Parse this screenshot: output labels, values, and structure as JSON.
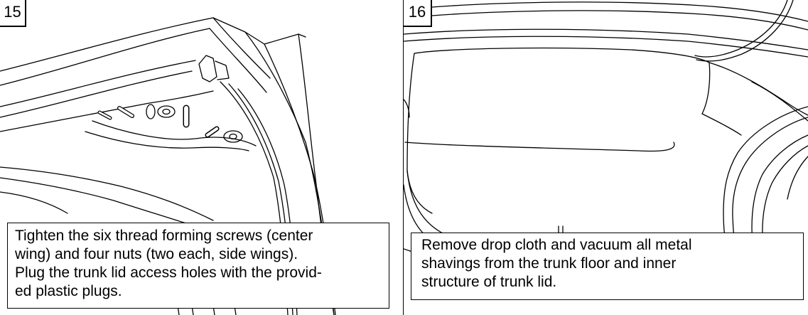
{
  "steps": [
    {
      "number": "15",
      "lines": [
        "Tighten the six thread forming screws (center",
        "wing) and four nuts (two each, side wings).",
        "Plug the trunk lid access holes with the provid-",
        "ed plastic plugs."
      ]
    },
    {
      "number": "16",
      "lines": [
        "Remove drop cloth and vacuum all metal",
        "shavings from the trunk floor and inner",
        "structure of trunk lid."
      ]
    }
  ]
}
